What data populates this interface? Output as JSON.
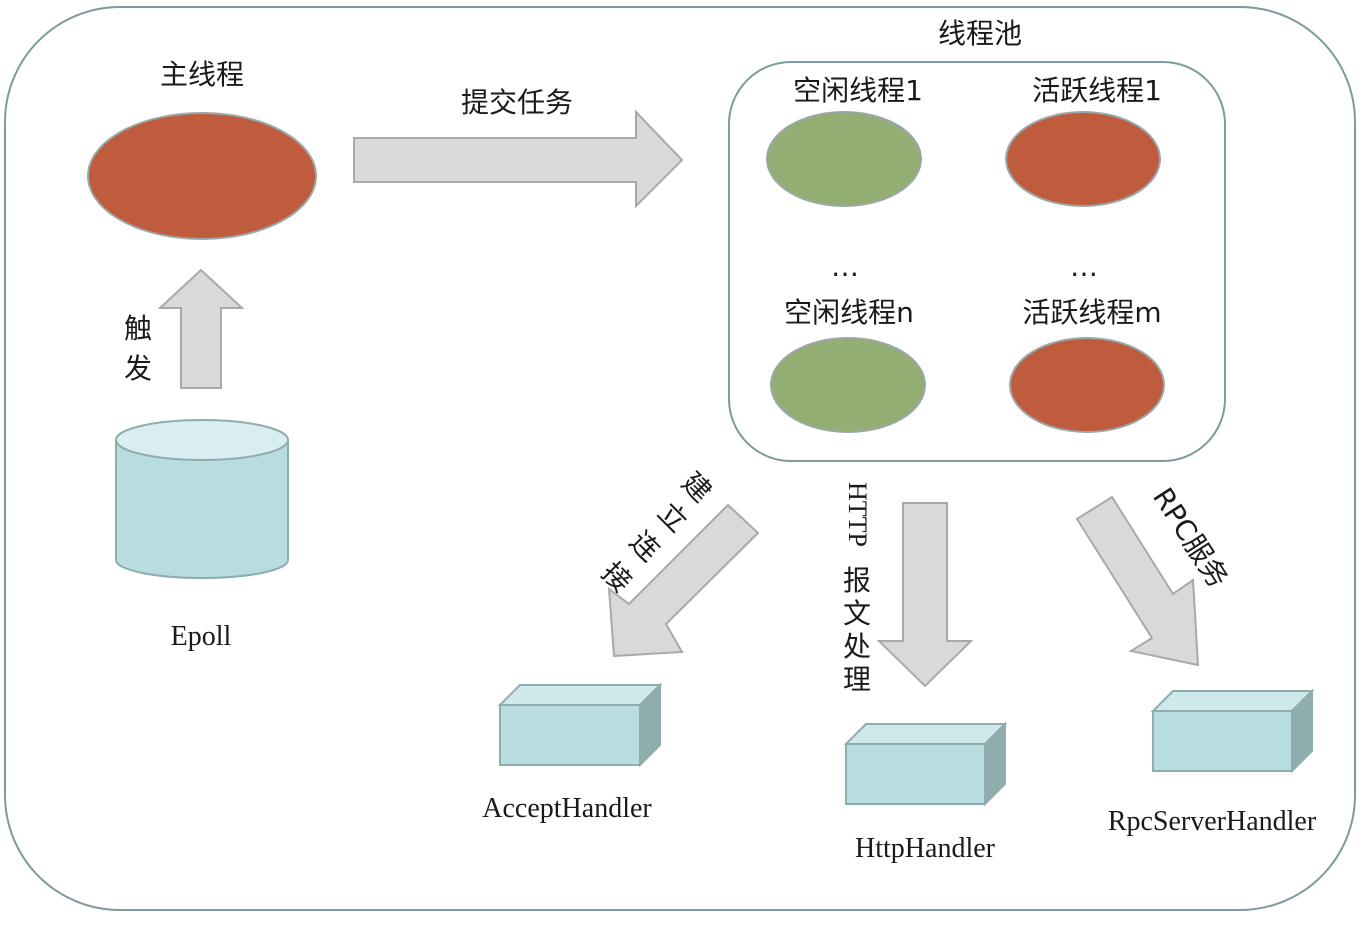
{
  "colors": {
    "background": "#ffffff",
    "container_border": "#7f9a9a",
    "active_thread_fill": "#bf5c3e",
    "idle_thread_fill": "#93ae72",
    "ellipse_stroke": "#9aa8a8",
    "arrow_fill": "#d9d9d9",
    "arrow_stroke": "#a9a9a9",
    "handler_front": "#b7dde1",
    "handler_top": "#cfe8eb",
    "handler_side": "#8fadac",
    "text": "#1a1a1a"
  },
  "main_thread": {
    "label": "主线程"
  },
  "submit_arrow": {
    "label": "提交任务"
  },
  "trigger_arrow": {
    "label_line1": "触",
    "label_line2": "发"
  },
  "epoll": {
    "label": "Epoll",
    "icon": "database-cylinder-icon"
  },
  "thread_pool": {
    "title": "线程池",
    "idle_thread_1": "空闲线程1",
    "active_thread_1": "活跃线程1",
    "idle_ellipsis": "…",
    "active_ellipsis": "…",
    "idle_thread_n": "空闲线程n",
    "active_thread_m": "活跃线程m"
  },
  "dispatch_arrows": {
    "accept_label_chars": [
      "建",
      "立",
      "连",
      "接"
    ],
    "http_label_latin": "HTTP",
    "http_label_chars": [
      "报",
      "文",
      "处",
      "理"
    ],
    "rpc_label": "RPC服务"
  },
  "handlers": {
    "accept": "AcceptHandler",
    "http": "HttpHandler",
    "rpc": "RpcServerHandler"
  }
}
